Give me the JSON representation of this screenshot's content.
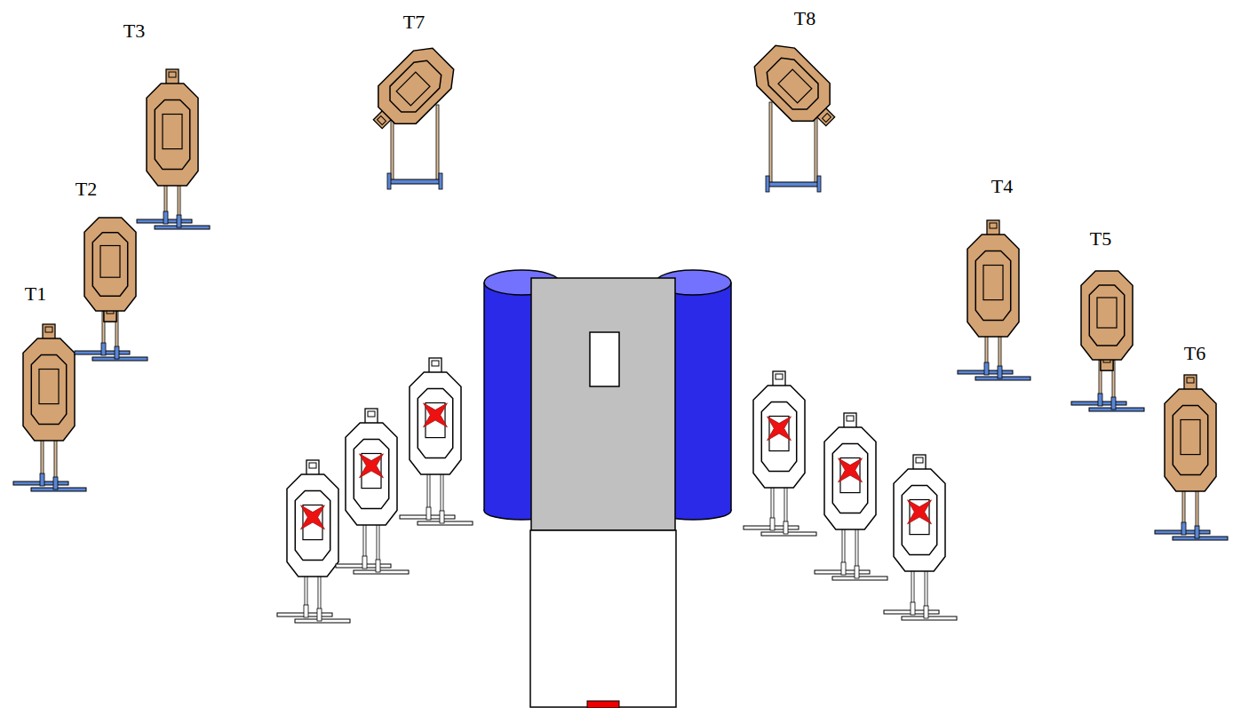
{
  "diagram": {
    "nodes": [
      {
        "text": [
          "T1"
        ]
      },
      {
        "text": [
          "T2"
        ]
      },
      {
        "text": [
          "T3"
        ]
      },
      {
        "text": [
          "T4"
        ]
      },
      {
        "text": [
          "T5"
        ]
      },
      {
        "text": [
          "T6"
        ]
      },
      {
        "text": [
          "T7"
        ]
      },
      {
        "text": [
          "T8"
        ]
      }
    ]
  }
}
